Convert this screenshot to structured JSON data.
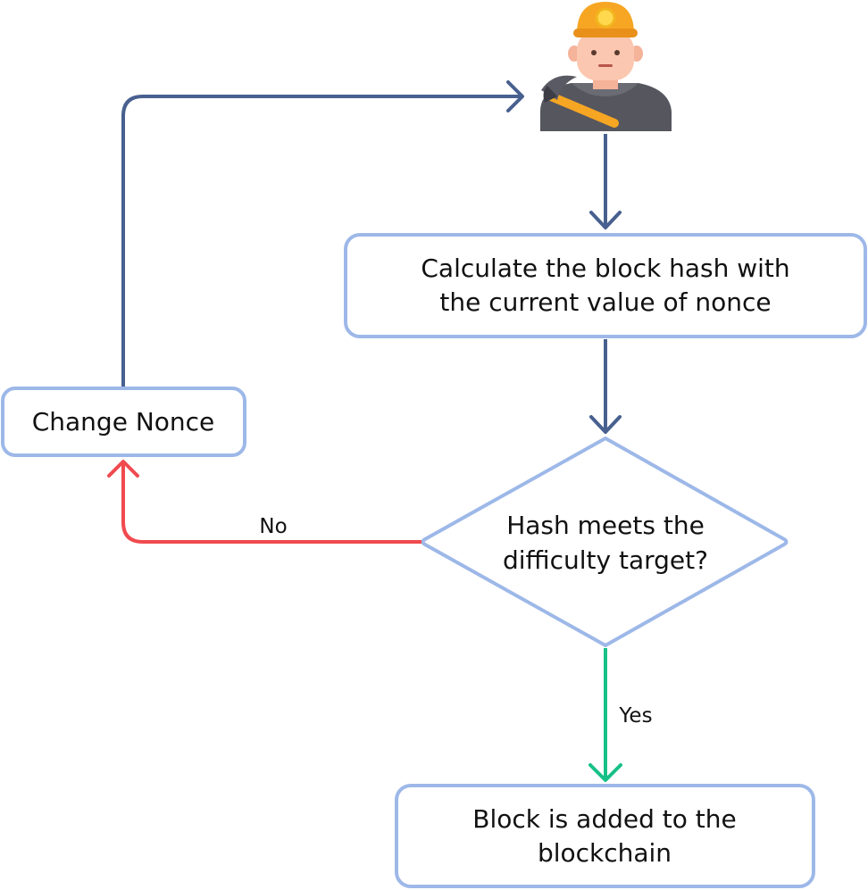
{
  "diagram": {
    "nodes": {
      "calculate_line1": "Calculate the block hash with",
      "calculate_line2": "the current value of nonce",
      "decision_line1": "Hash meets the",
      "decision_line2": "difficulty target?",
      "change_nonce": "Change Nonce",
      "block_line1": "Block is added to the",
      "block_line2": "blockchain"
    },
    "edges": {
      "no_label": "No",
      "yes_label": "Yes"
    },
    "icons": {
      "start": "miner-icon"
    },
    "colors": {
      "box_border": "#9db8e8",
      "flow_arrow": "#48608f",
      "no_arrow": "#f04a4f",
      "yes_arrow": "#17c088",
      "helmet": "#f6a623",
      "lamp": "#ffd84d",
      "skin": "#fbc7b0",
      "shirt": "#56565e",
      "pick_handle": "#f6a623",
      "pick_head": "#5a5a64"
    }
  }
}
